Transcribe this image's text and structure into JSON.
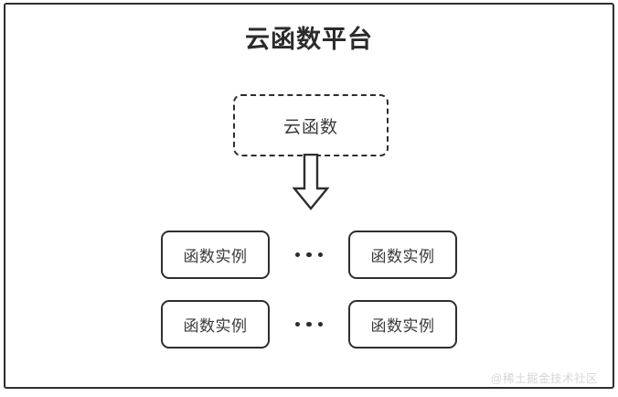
{
  "diagram": {
    "title": "云函数平台",
    "source_node": {
      "label": "云函数",
      "style": "dashed-rounded-rect"
    },
    "arrow": {
      "icon_name": "down-block-arrow",
      "direction": "down"
    },
    "rows": [
      {
        "left_box": {
          "label": "函数实例"
        },
        "separator": "•••",
        "right_box": {
          "label": "函数实例"
        }
      },
      {
        "left_box": {
          "label": "函数实例"
        },
        "separator": "•••",
        "right_box": {
          "label": "函数实例"
        }
      }
    ],
    "watermark": "@稀土掘金技术社区",
    "colors": {
      "stroke": "#2e2e2e",
      "title_text": "#2b2b2b",
      "node_text": "#3a3a3a",
      "background": "#ffffff",
      "watermark_text": "#d6d6d6"
    }
  }
}
